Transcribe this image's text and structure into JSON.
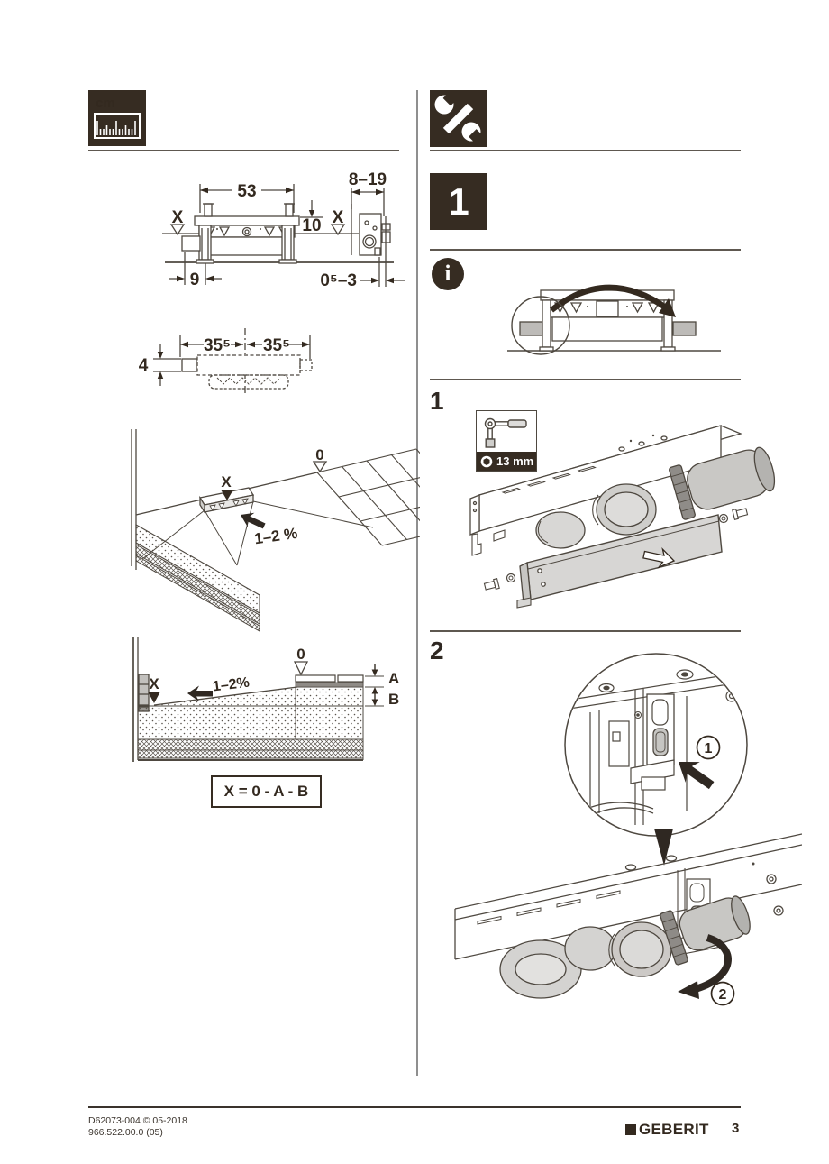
{
  "icons": {
    "ruler_label": "cm"
  },
  "dims": {
    "d1": {
      "width": "53",
      "depth": "8–19",
      "x_left": "X",
      "offset_top": "10",
      "x_right": "X",
      "pipe": "9",
      "wall_gap": "0⁵–3"
    },
    "d2": {
      "half_left": "35⁵",
      "half_right": "35⁵",
      "height": "4"
    },
    "d3": {
      "zero": "0",
      "x": "X",
      "slope": "1–2 %"
    },
    "d4": {
      "zero": "0",
      "x": "X",
      "slope": "1–2%",
      "dim_a": "A",
      "dim_b": "B"
    },
    "formula": "X = 0 - A - B"
  },
  "steps": {
    "box1": "1",
    "step1": "1",
    "step2": "2",
    "tool_size": "13 mm",
    "callout1": "1",
    "callout2": "2"
  },
  "footer": {
    "doc_code": "D62073-004 © 05-2018",
    "article_code": "966.522.00.0 (05)",
    "brand": "GEBERIT",
    "page_number": "3"
  }
}
